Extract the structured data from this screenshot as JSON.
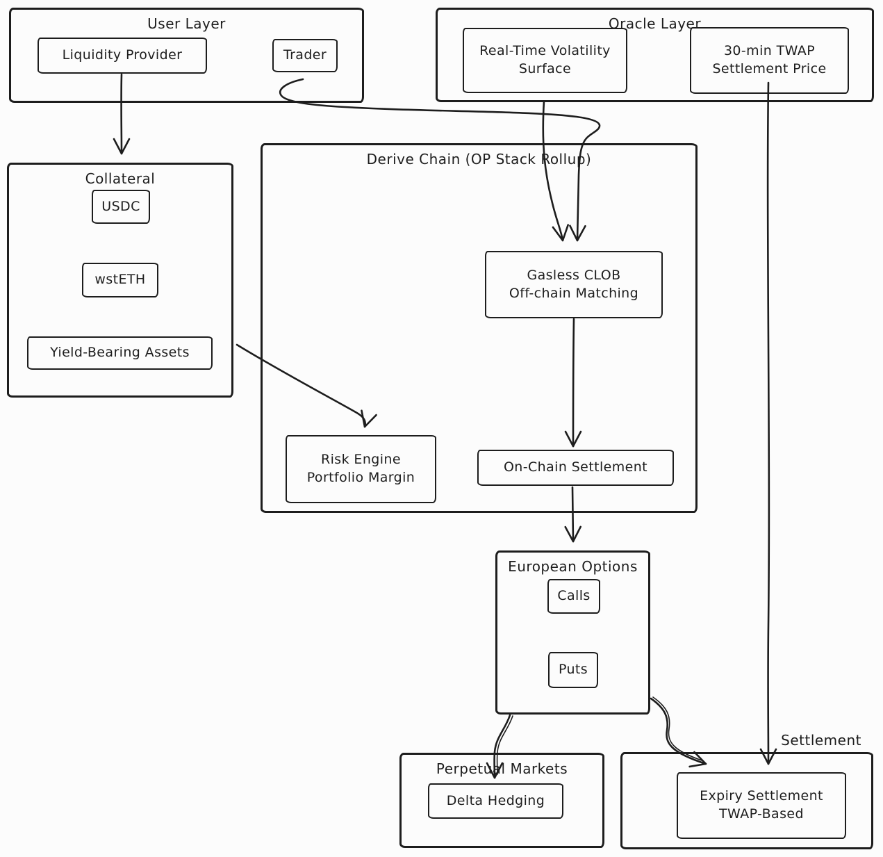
{
  "palette": {
    "ink": "#1d1d1d",
    "background": "#fcfcfc"
  },
  "diagram": {
    "user_layer": {
      "title": "User Layer",
      "liquidity_provider": "Liquidity Provider",
      "trader": "Trader"
    },
    "oracle_layer": {
      "title": "Oracle Layer",
      "volatility_line1": "Real-Time Volatility",
      "volatility_line2": "Surface",
      "twap_line1": "30-min TWAP",
      "twap_line2": "Settlement Price"
    },
    "collateral": {
      "title": "Collateral",
      "usdc": "USDC",
      "wsteth": "wstETH",
      "yield_assets": "Yield-Bearing Assets"
    },
    "derive_chain": {
      "title": "Derive Chain (OP Stack Rollup)",
      "clob_line1": "Gasless CLOB",
      "clob_line2": "Off-chain Matching",
      "risk_line1": "Risk Engine",
      "risk_line2": "Portfolio Margin",
      "onchain_settlement": "On-Chain Settlement"
    },
    "european_options": {
      "title": "European Options",
      "calls": "Calls",
      "puts": "Puts"
    },
    "perpetual_markets": {
      "title": "Perpetual Markets",
      "delta_hedging": "Delta Hedging"
    },
    "settlement": {
      "label": "Settlement",
      "expiry_line1": "Expiry Settlement",
      "expiry_line2": "TWAP-Based"
    }
  },
  "edges": [
    {
      "from": "Liquidity Provider",
      "to": "Collateral"
    },
    {
      "from": "Trader",
      "to": "Gasless CLOB Off-chain Matching"
    },
    {
      "from": "Real-Time Volatility Surface",
      "to": "Gasless CLOB Off-chain Matching"
    },
    {
      "from": "30-min TWAP Settlement Price",
      "to": "Expiry Settlement TWAP-Based"
    },
    {
      "from": "Collateral (Yield-Bearing Assets)",
      "to": "Risk Engine Portfolio Margin"
    },
    {
      "from": "Gasless CLOB Off-chain Matching",
      "to": "On-Chain Settlement"
    },
    {
      "from": "On-Chain Settlement",
      "to": "European Options"
    },
    {
      "from": "European Options",
      "to": "Delta Hedging"
    },
    {
      "from": "European Options",
      "to": "Expiry Settlement TWAP-Based"
    }
  ]
}
